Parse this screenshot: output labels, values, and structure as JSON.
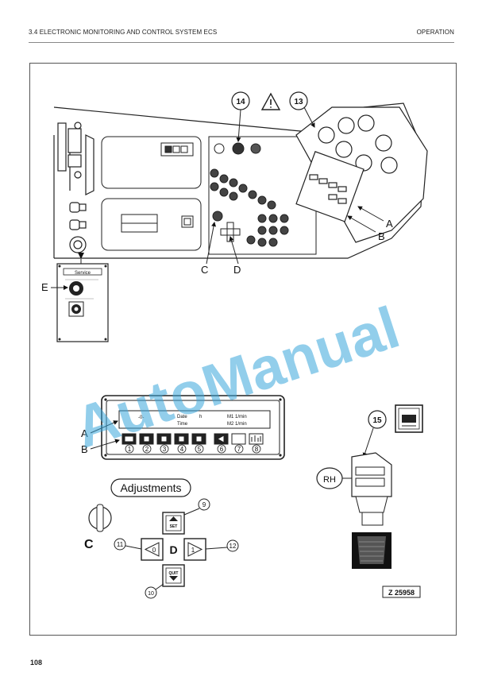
{
  "header": {
    "section_title": "3.4 ELECTRONIC MONITORING AND CONTROL SYSTEM ECS",
    "chapter": "OPERATION"
  },
  "figure": {
    "callouts": {
      "n14": "14",
      "n13": "13",
      "A": "A",
      "B": "B",
      "C": "C",
      "D": "D",
      "E": "E",
      "A2": "A",
      "B2": "B",
      "n15": "15",
      "RH": "RH",
      "C2": "C",
      "D2": "D",
      "n9": "9",
      "n10": "10",
      "n11": "11",
      "n12": "12"
    },
    "service_panel_title": "Service",
    "display": {
      "date_label": "Date",
      "time_label": "Time",
      "m1": "M1 1/min",
      "m2": "M2 1/min",
      "button_numbers": [
        "1",
        "2",
        "3",
        "4",
        "5",
        "6",
        "7",
        "8"
      ]
    },
    "adjustments_label": "Adjustments",
    "key_set": "SET",
    "key_0": "0",
    "key_1": "1",
    "key_quit": "QUIT",
    "figure_ref": "Z 25958"
  },
  "watermark": "AutoManual",
  "page_number": "108",
  "colors": {
    "watermark": "#3aa7dc",
    "ink": "#222222"
  }
}
